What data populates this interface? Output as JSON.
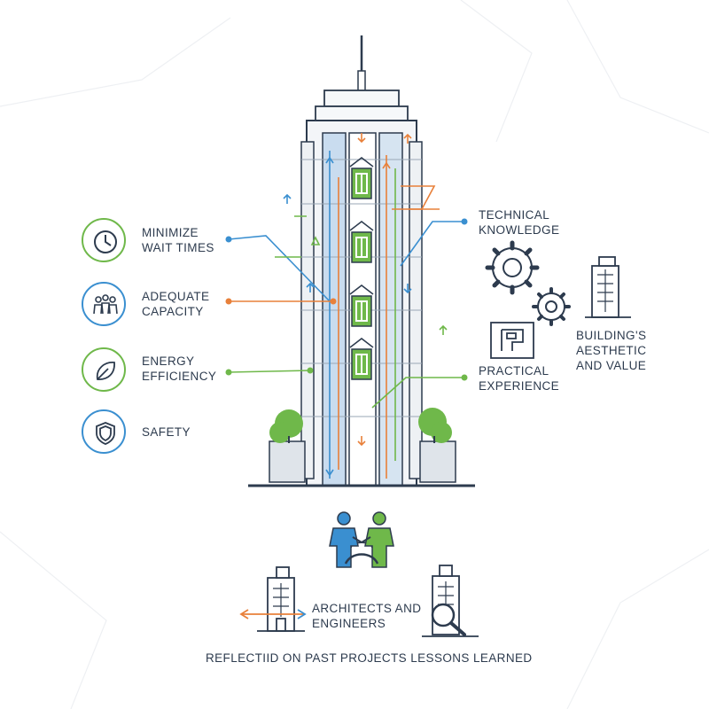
{
  "left_factors": [
    {
      "label": "MINIMIZE\nWAIT TIMES",
      "icon": "clock-icon",
      "ring": "#6fb84a"
    },
    {
      "label": "ADEQUATE\nCAPACITY",
      "icon": "people-icon",
      "ring": "#3a8fd0"
    },
    {
      "label": "ENERGY\nEFFICIENCY",
      "icon": "leaf-icon",
      "ring": "#6fb84a"
    },
    {
      "label": "SAFETY",
      "icon": "shield-icon",
      "ring": "#3a8fd0"
    }
  ],
  "right_factors": {
    "technical": "TECHNICAL\nKNOWLEDGE",
    "practical": "PRACTICAL\nEXPERIENCE",
    "aesthetic": "BUILDING'S\nAESTHETIC\nAND VALUE"
  },
  "bottom": {
    "collaboration": "ARCHITECTS AND\nENGINEERS",
    "caption": "REFLECTIID ON PAST PROJECTS  LESSONS LEARNED"
  },
  "colors": {
    "navy": "#2d3b4e",
    "blue": "#3a8fd0",
    "green": "#6fb84a",
    "orange": "#e8803a"
  }
}
